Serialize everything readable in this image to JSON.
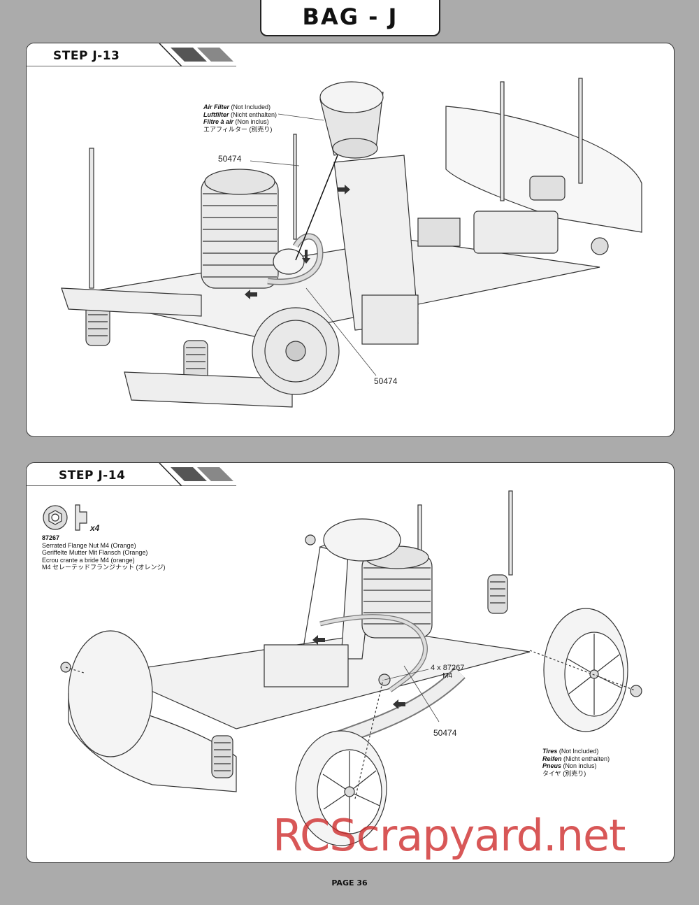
{
  "header": {
    "title": "BAG - J"
  },
  "step1": {
    "label": "STEP J-13",
    "air_filter": {
      "en": "Air Filter",
      "en_note": "(Not Included)",
      "de": "Luftfilter",
      "de_note": "(Nicht enthalten)",
      "fr": "Filtre à air",
      "fr_note": "(Non inclus)",
      "jp": "エアフィルター (別売り)"
    },
    "part_a": "50474",
    "part_b": "50474"
  },
  "step2": {
    "label": "STEP J-14",
    "hardware": {
      "qty": "x4",
      "part_no": "87267",
      "line_en": "Serrated Flange Nut M4 (Orange)",
      "line_de": "Geriffelte Mutter Mit Flansch (Orange)",
      "line_fr": "Ecrou crante a bride M4 (orange)",
      "line_jp": "M4 セレーテッドフランジナット (オレンジ)"
    },
    "part_tube": "50474",
    "nut_callout": "4 x 87267",
    "nut_size": "M4",
    "tires": {
      "en": "Tires",
      "en_note": "(Not Included)",
      "de": "Reifen",
      "de_note": "(Nicht enthalten)",
      "fr": "Pneus",
      "fr_note": "(Non inclus)",
      "jp": "タイヤ (別売り)"
    }
  },
  "footer": {
    "page": "PAGE 36"
  },
  "watermark": "RCScrapyard.net"
}
